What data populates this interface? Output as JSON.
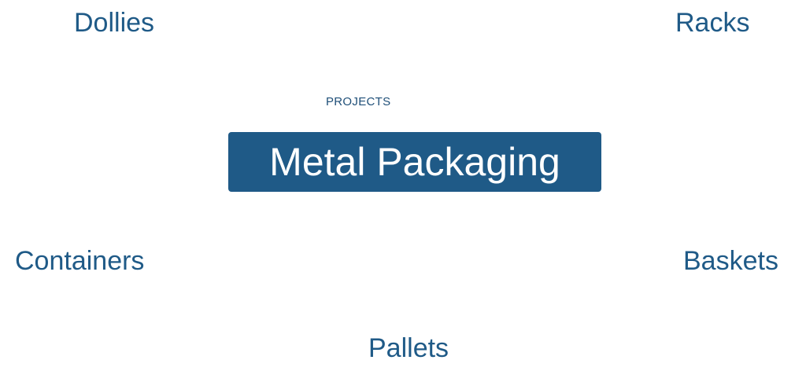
{
  "eyebrow": "PROJECTS",
  "title": "Metal Packaging",
  "categories": {
    "dollies": "Dollies",
    "racks": "Racks",
    "containers": "Containers",
    "baskets": "Baskets",
    "pallets": "Pallets"
  },
  "colors": {
    "accent": "#1f5a87",
    "title_text": "#ffffff",
    "background": "#ffffff"
  }
}
